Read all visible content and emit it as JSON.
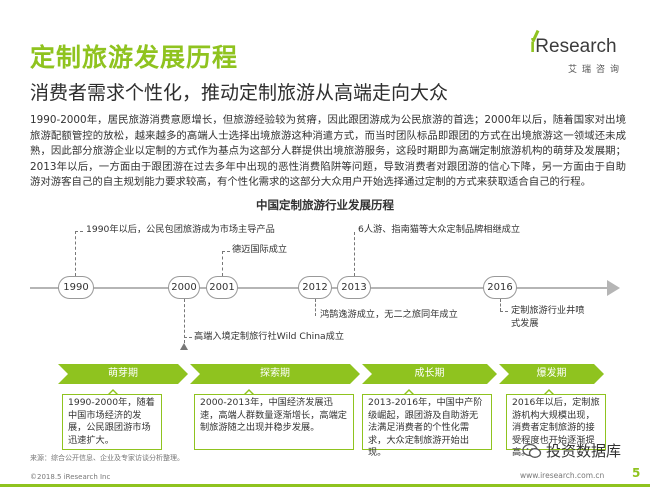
{
  "title": "定制旅游发展历程",
  "subtitle": "消费者需求个性化，推动定制旅游从高端走向大众",
  "logo": {
    "brand_i": "i",
    "brand_rest": "Research",
    "cn": "艾瑞咨询"
  },
  "intro": "1990-2000年，居民旅游消费意愿增长，但旅游经验较为贫瘠，因此跟团游成为公民旅游的首选；2000年以后，随着国家对出境旅游配额管控的放松，越来越多的高端人士选择出境旅游这种消遣方式，而当时团队标品即跟团的方式在出境旅游这一领域还未成熟，因此部分旅游企业以定制的方式作为基点为这部分人群提供出境旅游服务，这段时期即为高端定制旅游机构的萌芽及发展期；2013年以后，一方面由于跟团游在过去多年中出现的恶性消费陷阱等问题，导致消费者对跟团游的信心下降，另一方面由于自助游对游客自己的自主规划能力要求较高，有个性化需求的这部分大众用户开始选择通过定制的方式来获取适合自己的行程。",
  "timeline": {
    "title": "中国定制旅游行业发展历程",
    "years": [
      "1990",
      "2000",
      "2001",
      "2012",
      "2013",
      "2016"
    ],
    "events": {
      "e1990": "1990年以后，公民包团旅游成为市场主导产品",
      "e2001": "德迈国际成立",
      "e2013": "6人游、指南猫等大众定制品牌相继成立",
      "e2000": "高端入境定制旅行社Wild China成立",
      "e2012": "鸿鹄逸游成立，无二之旅同年成立",
      "e2016_l1": "定制旅游行业井喷",
      "e2016_l2": "式发展"
    }
  },
  "phases": [
    {
      "label": "萌芽期",
      "desc": "1990-2000年，随着中国市场经济的发展，公民跟团游市场迅速扩大。"
    },
    {
      "label": "探索期",
      "desc": "2000-2013年，中国经济发展迅速，高端人群数量逐渐增长，高端定制旅游随之出现并稳步发展。"
    },
    {
      "label": "成长期",
      "desc": "2013-2016年，中国中产阶级崛起，跟团游及自助游无法满足消费者的个性化需求，大众定制旅游开始出现。"
    },
    {
      "label": "爆发期",
      "desc": "2016年以后，定制旅游机构大规模出现，消费者定制旅游的接受程度也开始逐渐提高。"
    }
  ],
  "source": "来源：综合公开信息、企业及专家访谈分析整理。",
  "copyright": "©2018.5 iResearch Inc",
  "website": "www.iresearch.com.cn",
  "watermark": "投资数据库",
  "page_number": "5",
  "colors": {
    "accent": "#8fc31f",
    "axis": "#b5b5b5",
    "text": "#333333"
  }
}
